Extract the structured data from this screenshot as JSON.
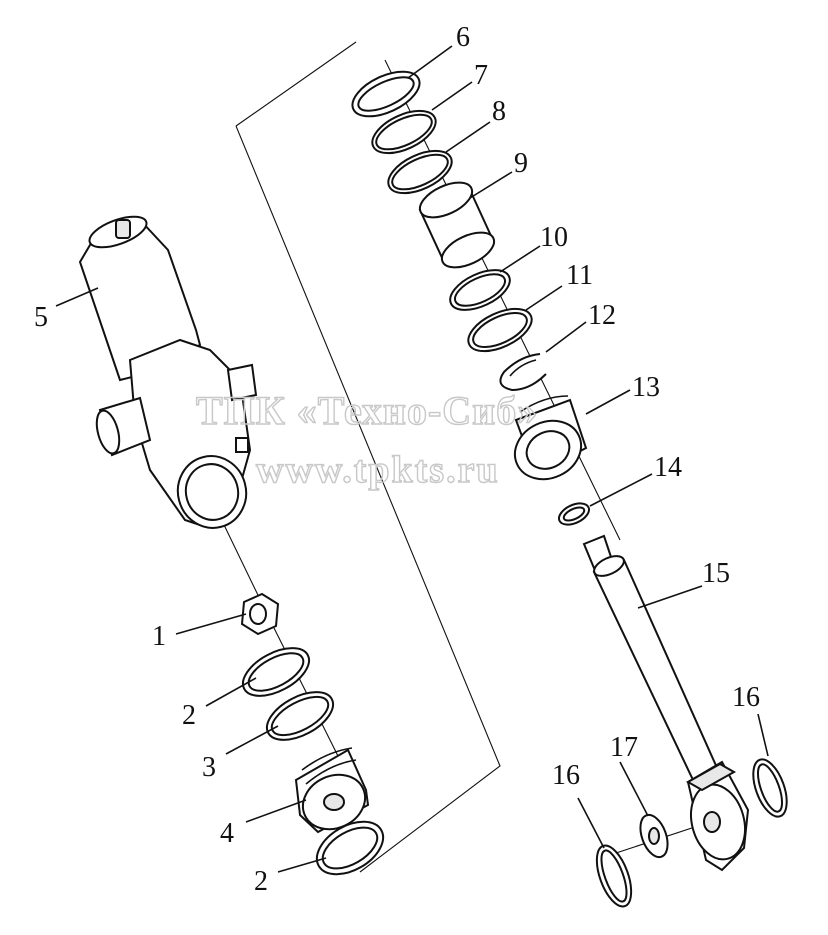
{
  "watermark": {
    "line1": "ТПК «Техно-Сиб»",
    "line2": "www.tpkts.ru"
  },
  "callouts": [
    {
      "id": "p1",
      "label": "1"
    },
    {
      "id": "p2a",
      "label": "2"
    },
    {
      "id": "p3",
      "label": "3"
    },
    {
      "id": "p4",
      "label": "4"
    },
    {
      "id": "p2b",
      "label": "2"
    },
    {
      "id": "p5",
      "label": "5"
    },
    {
      "id": "p6",
      "label": "6"
    },
    {
      "id": "p7",
      "label": "7"
    },
    {
      "id": "p8",
      "label": "8"
    },
    {
      "id": "p9",
      "label": "9"
    },
    {
      "id": "p10",
      "label": "10"
    },
    {
      "id": "p11",
      "label": "11"
    },
    {
      "id": "p12",
      "label": "12"
    },
    {
      "id": "p13",
      "label": "13"
    },
    {
      "id": "p14",
      "label": "14"
    },
    {
      "id": "p15",
      "label": "15"
    },
    {
      "id": "p16a",
      "label": "16"
    },
    {
      "id": "p17",
      "label": "17"
    },
    {
      "id": "p16b",
      "label": "16"
    }
  ]
}
